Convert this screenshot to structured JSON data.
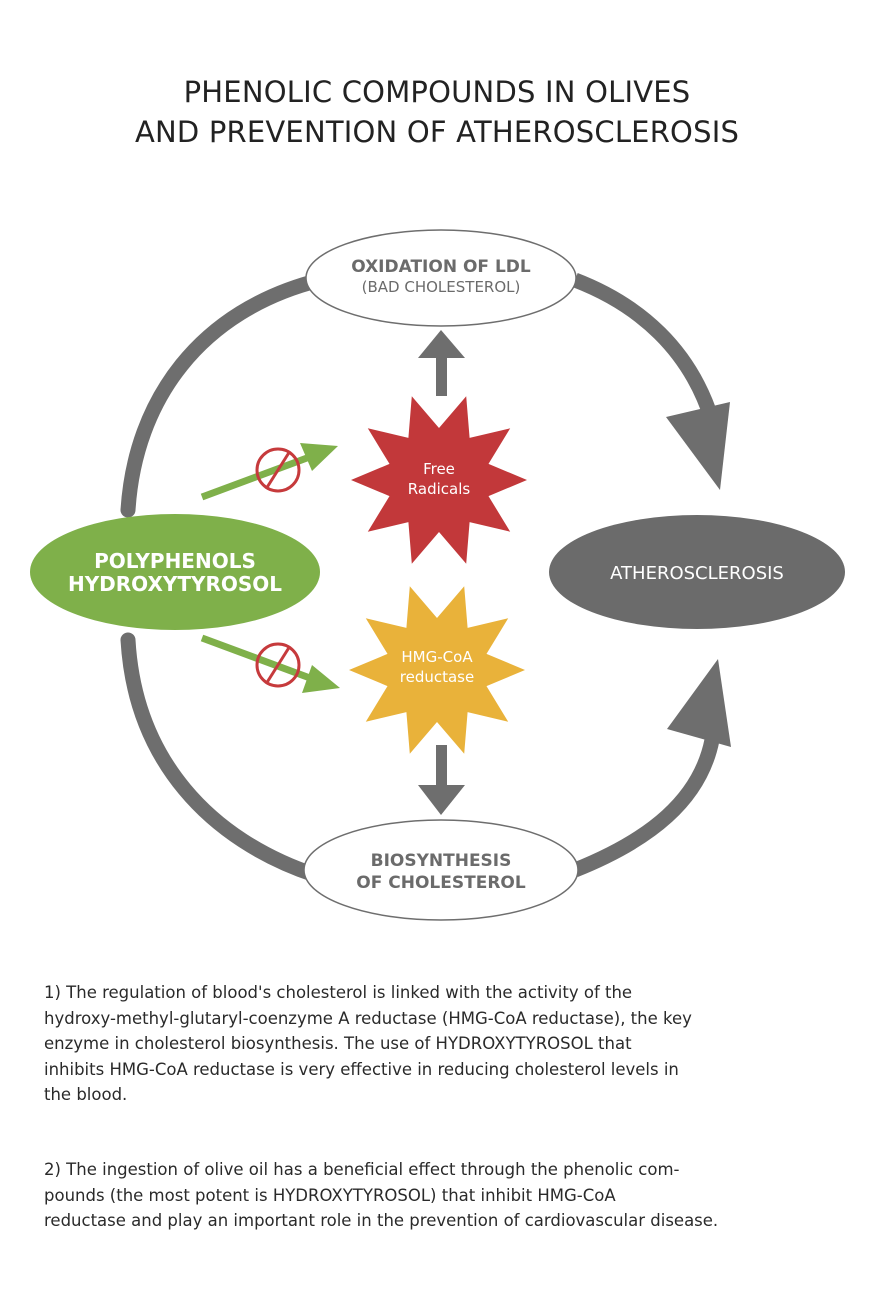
{
  "title": {
    "line1": "PHENOLIC COMPOUNDS IN OLIVES",
    "line2": "AND PREVENTION OF ATHEROSCLEROSIS"
  },
  "nodes": {
    "oxidation": {
      "line1": "OXIDATION OF LDL",
      "line2": "(BAD CHOLESTEROL)"
    },
    "polyphenols": {
      "line1": "POLYPHENOLS",
      "line2": "HYDROXYTYROSOL"
    },
    "atherosclerosis": {
      "label": "ATHEROSCLEROSIS"
    },
    "free_radicals": {
      "line1": "Free",
      "line2": "Radicals"
    },
    "hmg_coa": {
      "line1": "HMG-CoA",
      "line2": "reductase"
    },
    "biosynthesis": {
      "line1": "BIOSYNTHESIS",
      "line2": "OF CHOLESTEROL"
    }
  },
  "icons": {
    "inhibit": "prohibition-icon",
    "flow": "arrow-icon"
  },
  "colors": {
    "arrow_gray": "#6e6e6e",
    "polyphenols_green": "#7fb04a",
    "free_radicals_red": "#c2383a",
    "hmg_coa_yellow": "#e9b23a",
    "prohibition_red": "#c63a3c",
    "atherosclerosis_gray": "#6b6b6b"
  },
  "paragraphs": {
    "p1": [
      "1) The regulation of blood's cholesterol is linked with the activity of the",
      "hydroxy-methyl-glutaryl-coenzyme A reductase (HMG-CoA reductase), the key",
      "enzyme in cholesterol biosynthesis. The use of HYDROXYTYROSOL that",
      "inhibits HMG-CoA reductase is very effective in reducing cholesterol levels in",
      "the blood."
    ],
    "p2": [
      "2) The ingestion of olive oil has a beneficial effect through the phenolic com-",
      "pounds (the most potent is HYDROXYTYROSOL) that inhibit HMG-CoA",
      "reductase and play an important role in the prevention of cardiovascular disease."
    ]
  }
}
